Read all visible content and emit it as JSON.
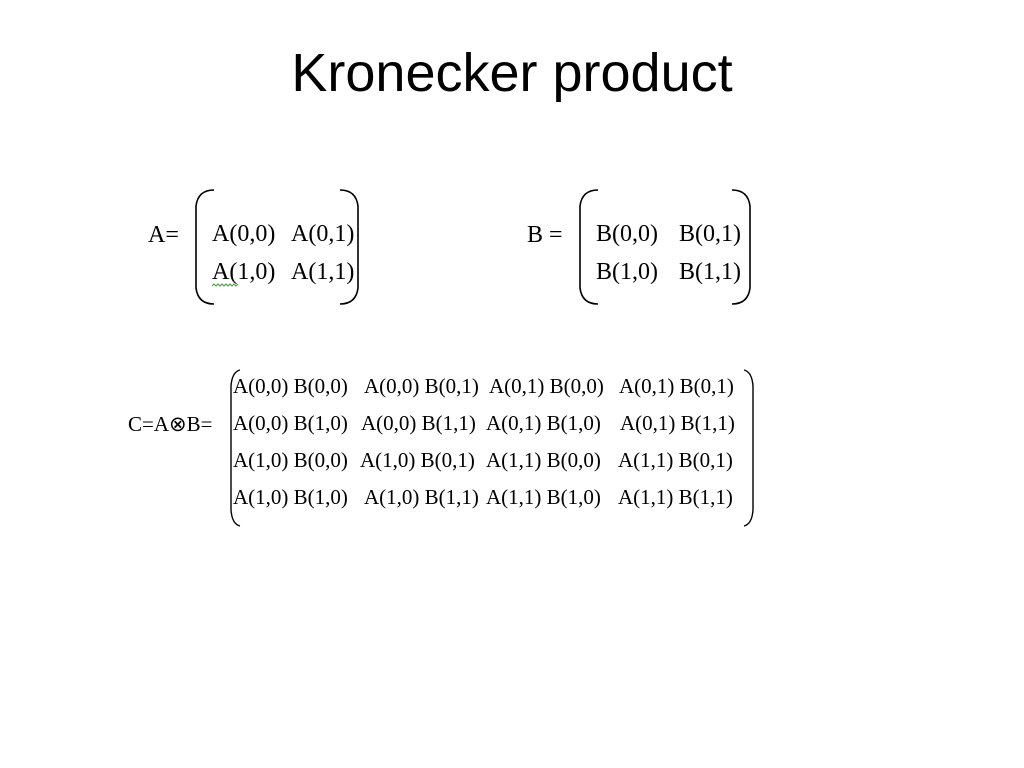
{
  "slide": {
    "title": "Kronecker product"
  },
  "matrix_a": {
    "label": "A=",
    "rows": [
      [
        "A(0,0)",
        "A(0,1)"
      ],
      [
        "A(1,0)",
        "A(1,1)"
      ]
    ]
  },
  "matrix_b": {
    "label": "B  =",
    "rows": [
      [
        "B(0,0)",
        "B(0,1)"
      ],
      [
        "B(1,0)",
        "B(1,1)"
      ]
    ]
  },
  "matrix_c": {
    "label": "C=A⊗B=",
    "rows": [
      [
        "A(0,0) B(0,0)",
        "A(0,0) B(0,1)",
        "A(0,1)  B(0,0)",
        "A(0,1)  B(0,1)"
      ],
      [
        "A(0,0) B(1,0)",
        "A(0,0) B(1,1)",
        "A(0,1)  B(1,0)",
        "A(0,1)  B(1,1)"
      ],
      [
        "A(1,0)  B(0,0)",
        "A(1,0)  B(0,1)",
        "A(1,1)  B(0,0)",
        "A(1,1)   B(0,1)"
      ],
      [
        "A(1,0)  B(1,0)",
        "A(1,0) B(1,1)",
        "A(1,1)  B(1,0)",
        "A(1,1)   B(1,1)"
      ]
    ]
  }
}
